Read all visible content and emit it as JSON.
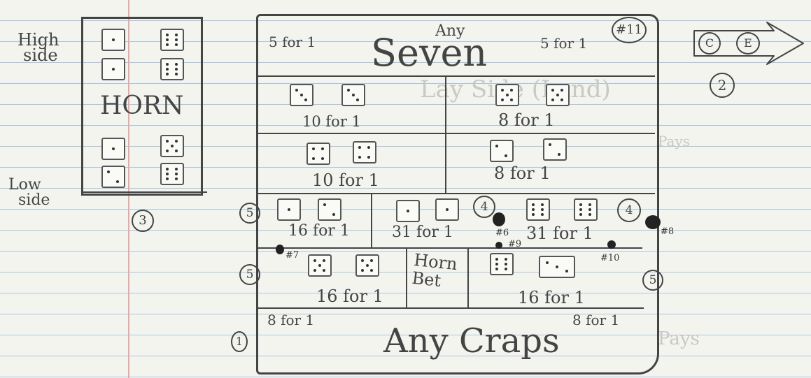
{
  "horn": {
    "title": "HORN",
    "high_side_label_line1": "High",
    "high_side_label_line2": "side",
    "low_side_label_line1": "Low",
    "low_side_label_line2": "side",
    "ref_number": "3"
  },
  "table": {
    "table_number": "#11",
    "any_seven": {
      "top_word": "Any",
      "word": "Seven",
      "left_odds": "5 for 1",
      "right_odds": "5 for 1"
    },
    "hardways": [
      {
        "odds": "10 for 1"
      },
      {
        "odds": "8 for 1"
      },
      {
        "odds": "10 for 1"
      },
      {
        "odds": "8 for 1"
      }
    ],
    "one_roll": {
      "left_odds": "16 for 1",
      "middle_odds": "31 for 1",
      "right_odds": "31 for 1",
      "bottom_left_odds": "16 for 1",
      "bottom_right_odds": "16 for 1",
      "horn_bet_line1": "Horn",
      "horn_bet_line2": "Bet"
    },
    "any_craps": {
      "word": "Any Craps",
      "left_odds": "8 for 1",
      "right_odds": "8 for 1"
    },
    "circled_markers": [
      "5",
      "5",
      "4",
      "4",
      "5",
      "1"
    ],
    "pegs": [
      "#6",
      "#9",
      "#7",
      "#10",
      "#8"
    ]
  },
  "ce": {
    "c": "C",
    "e": "E",
    "ref_number": "2"
  }
}
